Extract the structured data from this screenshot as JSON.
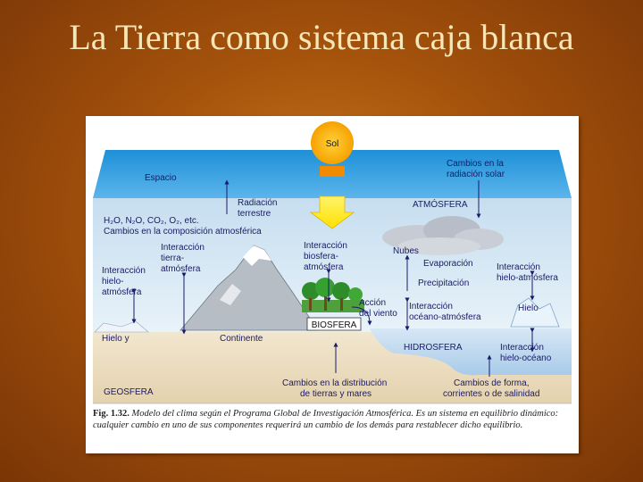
{
  "slide": {
    "title": "La Tierra como sistema caja blanca"
  },
  "diagram": {
    "labels": {
      "sol": "Sol",
      "espacio": "Espacio",
      "cambios_radiacion_1": "Cambios en la",
      "cambios_radiacion_2": "radiación solar",
      "radiacion_1": "Radiación",
      "radiacion_2": "terrestre",
      "gases": "H₂O, N₂O, CO₂, O₂, etc.",
      "cambios_comp": "Cambios en la composición atmosférica",
      "atmosfera": "ATMÓSFERA",
      "int_tierra_1": "Interacción",
      "int_tierra_2": "tierra-",
      "int_tierra_3": "atmósfera",
      "int_hielo_1": "Interacción",
      "int_hielo_2": "hielo-",
      "int_hielo_3": "atmósfera",
      "int_bio_1": "Interacción",
      "int_bio_2": "biosfera-",
      "int_bio_3": "atmósfera",
      "nubes": "Nubes",
      "evaporacion": "Evaporación",
      "precipitacion": "Precipitación",
      "int_hielo_atm_r_1": "Interacción",
      "int_hielo_atm_r_2": "hielo-atmósfera",
      "accion_1": "Acción",
      "accion_2": "del viento",
      "int_oceano_1": "Interacción",
      "int_oceano_2": "océano-atmósfera",
      "hielo_r": "Hielo",
      "biosfera": "BIOSFERA",
      "hielo_y": "Hielo y",
      "continente": "Continente",
      "hidrosfera": "HIDROSFERA",
      "int_hielo_oceano_1": "Interacción",
      "int_hielo_oceano_2": "hielo-océano",
      "geosfera": "GEOSFERA",
      "cambios_dist_1": "Cambios en la distribución",
      "cambios_dist_2": "de tierras y mares",
      "cambios_forma_1": "Cambios de forma,",
      "cambios_forma_2": "corrientes o de salinidad"
    },
    "caption": {
      "fig_no": "Fig. 1.32.",
      "text": " Modelo del clima según el Programa Global de Investigación Atmosférica. Es un sistema en equilibrio dinámico: cualquier cambio en uno de sus componentes requerirá un cambio de los demás para restablecer dicho equilibrio."
    }
  }
}
